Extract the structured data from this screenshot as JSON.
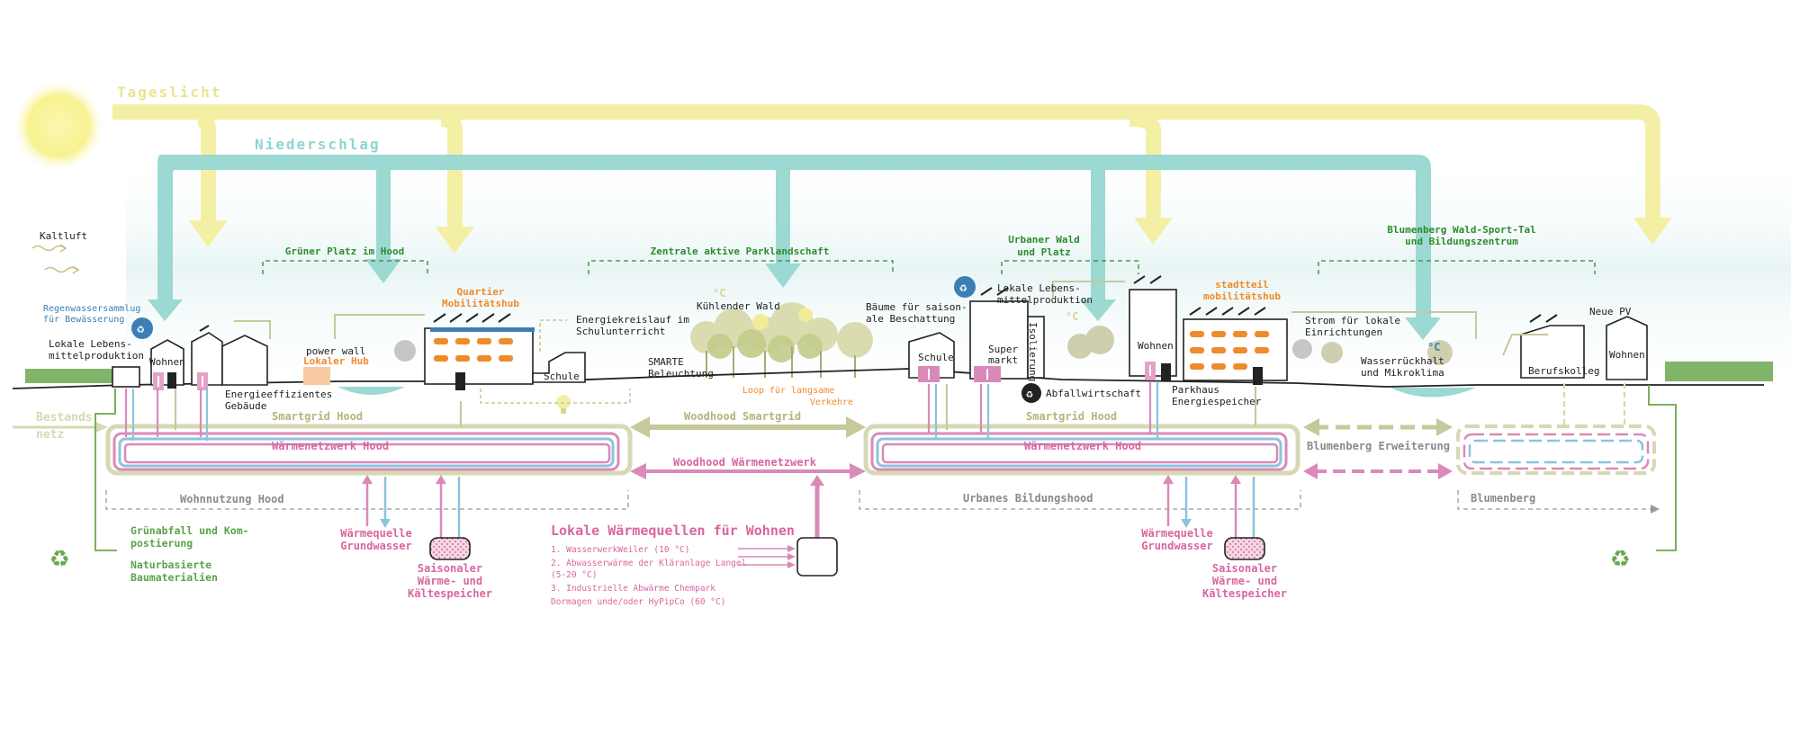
{
  "flows": {
    "daylight": "Tageslicht",
    "precipitation": "Niederschlag",
    "cold_air": "Kaltluft"
  },
  "zones": {
    "green_square": "Grüner Platz im Hood",
    "central_park": "Zentrale aktive Parklandschaft",
    "urban_forest_l1": "Urbaner Wald",
    "urban_forest_l2": "und Platz",
    "blumenberg_l1": "Blumenberg Wald-Sport-Tal",
    "blumenberg_l2": "und Bildungszentrum"
  },
  "hubs": {
    "quartier_l1": "Quartier",
    "quartier_l2": "Mobilitätshub",
    "stadtteil_l1": "stadtteil",
    "stadtteil_l2": "mobilitätshub",
    "local_hub": "Lokaler Hub",
    "loop_l1": "Loop für langsame",
    "loop_l2": "Verkehre"
  },
  "labels": {
    "rainwater_l1": "Regenwassersammlug",
    "rainwater_l2": "für Bewässerung",
    "food_left_l1": "Lokale Lebens-",
    "food_left_l2": "mittelproduktion",
    "wohnen_1": "Wohnen",
    "energy_bld_l1": "Energieeffizientes",
    "energy_bld_l2": "Gebäude",
    "power_wall": "power wall",
    "energy_loop_l1": "Energiekreislauf im",
    "energy_loop_l2": "Schulunterricht",
    "schule_1": "Schule",
    "smart_l1": "SMARTE",
    "smart_l2": "Beleuchtung",
    "cooling_forest": "Kühlender Wald",
    "trees_shade_l1": "Bäume für saison-",
    "trees_shade_l2": "ale Beschattung",
    "schule_2": "Schule",
    "food_mid_l1": "Lokale Lebens-",
    "food_mid_l2": "mittelproduktion",
    "super_l1": "Super",
    "super_l2": "markt",
    "isolation": "Isolierung",
    "waste": "Abfallwirtschaft",
    "wohnen_2": "Wohnen",
    "parkhaus_l1": "Parkhaus",
    "parkhaus_l2": "Energiespeicher",
    "power_local_l1": "Strom für lokale",
    "power_local_l2": "Einrichtungen",
    "water_l1": "Wasserrückhalt",
    "water_l2": "und Mikroklima",
    "new_pv": "Neue PV",
    "berufskolleg": "Berufskolleg",
    "wohnen_3": "Wohnen",
    "degree": "°C"
  },
  "networks": {
    "existing_l1": "Bestands",
    "existing_l2": "netz",
    "smartgrid_hood_1": "Smartgrid Hood",
    "woodhood_smartgrid": "Woodhood Smartgrid",
    "smartgrid_hood_2": "Smartgrid Hood",
    "heat_hood_1": "Wärmenetzwerk Hood",
    "woodhood_heat": "Woodhood Wärmenetzwerk",
    "heat_hood_2": "Wärmenetzwerk Hood",
    "blumenberg_ext": "Blumenberg Erweiterung",
    "residential_hood": "Wohnnutzung Hood",
    "urban_education": "Urbanes Bildungshood",
    "blumenberg": "Blumenberg"
  },
  "bottom": {
    "green_waste_l1": "Grünabfall und Kom-",
    "green_waste_l2": "postierung",
    "natural_mat_l1": "Naturbasierte",
    "natural_mat_l2": "Baumaterialien",
    "heat_src_1_l1": "Wärmequelle",
    "heat_src_1_l2": "Grundwasser",
    "storage_1_l1": "Saisonaler",
    "storage_1_l2": "Wärme- und",
    "storage_1_l3": "Kältespeicher",
    "local_heat_title": "Lokale Wärmequellen für Wohnen",
    "lh_1": "1. WasserwerkWeiler (10 °C)",
    "lh_2": "2. Abwasserwärme der Kläranlage Langel",
    "lh_2b": "(5-20 °C)",
    "lh_3": "3. Industrielle Abwärme Chempark",
    "lh_3b": "Dormagen unde/oder HyPipCo (60 °C)",
    "heat_src_2_l1": "Wärmequelle",
    "heat_src_2_l2": "Grundwasser",
    "storage_2_l1": "Saisonaler",
    "storage_2_l2": "Wärme- und",
    "storage_2_l3": "Kältespeicher"
  },
  "colors": {
    "daylight": "#f3f0a6",
    "precipitation": "#9bd9d2",
    "smartgrid": "#c6c99a",
    "heat_pink": "#d98ab8",
    "heat_blue": "#8cc3de",
    "green_text": "#2e8b2e",
    "orange": "#ef8b2c",
    "recycle_green": "#6aa84f",
    "recycle_blue": "#3d7fb5"
  },
  "icons": [
    "sun-icon",
    "recycle-icon",
    "thermometer-icon",
    "charging-icon",
    "bulb-icon"
  ]
}
